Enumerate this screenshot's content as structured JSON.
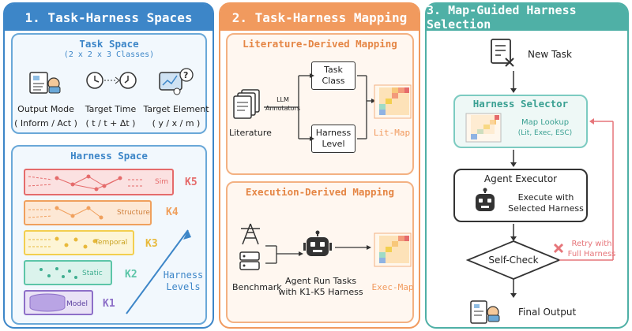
{
  "panel1": {
    "title": "1. Task-Harness Spaces",
    "task_space": {
      "title": "Task Space",
      "subtitle": "(2 x 2 x 3 Classes)",
      "dims": [
        {
          "label": "Output Mode",
          "values": "( Inform / Act )",
          "icon": "document-hand-icon"
        },
        {
          "label": "Target Time",
          "values": "( t / t + Δt )",
          "icon": "clock-arrow-icon"
        },
        {
          "label": "Target Element",
          "values": "( y / x / m )",
          "icon": "chart-question-icon"
        }
      ]
    },
    "harness_space": {
      "title": "Harness Space",
      "layers": [
        {
          "name": "Sim",
          "level": "K5"
        },
        {
          "name": "Structure",
          "level": "K4"
        },
        {
          "name": "Temporal",
          "level": "K3"
        },
        {
          "name": "Static",
          "level": "K2"
        },
        {
          "name": "Model",
          "level": "K1"
        }
      ],
      "axis_label_line1": "Harness",
      "axis_label_line2": "Levels"
    }
  },
  "panel2": {
    "title": "2. Task-Harness Mapping",
    "literature": {
      "title": "Literature-Derived Mapping",
      "source": "Literature",
      "edge_label_line1": "LLM",
      "edge_label_line2": "Annotators",
      "task_class_line1": "Task",
      "task_class_line2": "Class",
      "harness_level_line1": "Harness",
      "harness_level_line2": "Level",
      "output": "Lit-Map"
    },
    "execution": {
      "title": "Execution-Derived Mapping",
      "source": "Benchmark",
      "process_line1": "Agent Run Tasks",
      "process_line2": "with K1-K5 Harness",
      "output": "Exec-Map"
    }
  },
  "panel3": {
    "title": "3. Map-Guided Harness Selection",
    "new_task": "New Task",
    "selector": {
      "title": "Harness Selector",
      "lookup_line1": "Map Lookup",
      "lookup_line2": "(Lit, Exec, ESC)"
    },
    "executor": {
      "title": "Agent Executor",
      "desc_line1": "Execute with",
      "desc_line2": "Selected Harness"
    },
    "self_check": "Self-Check",
    "retry_line1": "Retry with",
    "retry_line2": "Full Harness",
    "final": "Final Output"
  },
  "colors": {
    "panel1": "#3d86c8",
    "panel2": "#f19a5e",
    "panel3": "#4fb0a6",
    "retry": "#e6757a",
    "layers": [
      "#e56b6b",
      "#f0a05d",
      "#f3cf4f",
      "#5cc5a8",
      "#8d6fc8"
    ]
  }
}
